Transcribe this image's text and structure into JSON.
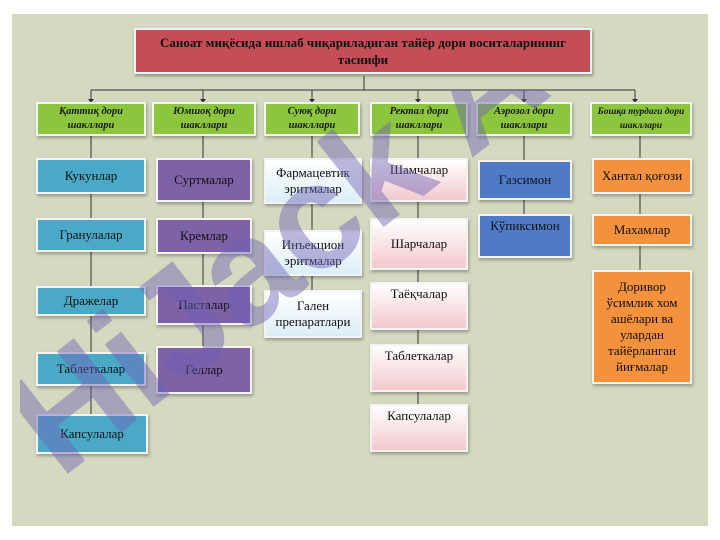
{
  "title": "Саноат миқёсида ишлаб чиқариладиган тайёр дори воситаларининг таснифи",
  "categories": [
    {
      "label": "Қаттиқ дори шакллари",
      "color": "#8cc63f"
    },
    {
      "label": "Юмшоқ дори шакллари",
      "color": "#8cc63f"
    },
    {
      "label": "Суюқ дори шакллари",
      "color": "#8cc63f"
    },
    {
      "label": "Ректал дори шакллари",
      "color": "#8cc63f"
    },
    {
      "label": "Аэрозол дори шакллари",
      "color": "#8cc63f"
    },
    {
      "label": "Бошқа турдаги дори шакллари",
      "color": "#8cc63f"
    }
  ],
  "columns": [
    {
      "color": "#4ba9c8",
      "items": [
        "Кукунлар",
        "Гранулалар",
        "Дражелар",
        "Таблеткалар",
        "Капсулалар"
      ]
    },
    {
      "color": "#7d62a8",
      "items": [
        "Суртмалар",
        "Кремлар",
        "Пасталар",
        "Геллар"
      ]
    },
    {
      "color": "#dbeef5",
      "items": [
        "Фармацевтик эритмалар",
        "Инъекцион эритмалар",
        "Гален препаратлари"
      ]
    },
    {
      "color": "#f2c9cc",
      "items": [
        "Шамчалар",
        "Шарчалар",
        "Таёқчалар",
        "Таблеткалар",
        "Капсулалар"
      ]
    },
    {
      "color": "#4f7ac7",
      "items": [
        "Газсимон",
        "Кўпиксимон"
      ]
    },
    {
      "color": "#f3913d",
      "items": [
        "Хантал қоғози",
        "Махамлар",
        "Доривор ўсимлик хом ашёлари ва улардан тайёрланган йиғмалар"
      ]
    }
  ],
  "watermark": "HiJack A",
  "background_color": "#d4d9c0",
  "title_color": "#c44d58"
}
